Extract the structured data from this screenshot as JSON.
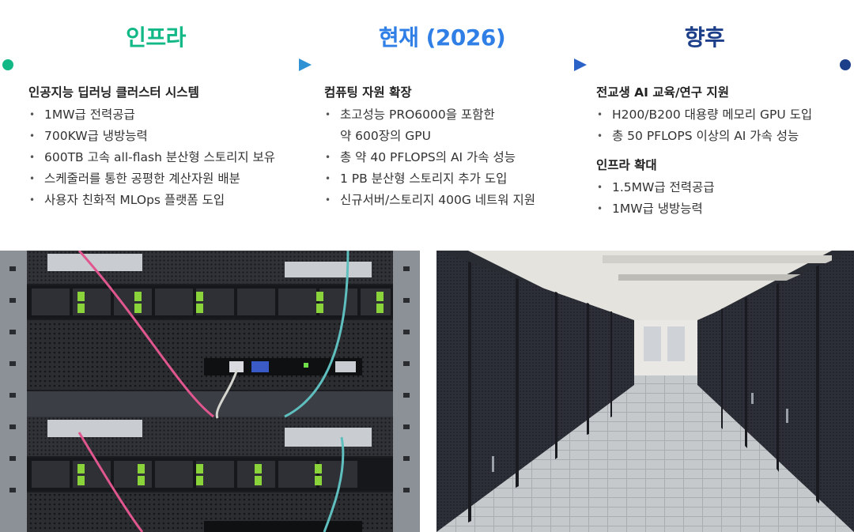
{
  "columns": [
    {
      "title": "인프라",
      "color": "#12b886",
      "sections": [
        {
          "heading": "인공지능 딥러닝 클러스터 시스템",
          "items": [
            "1MW급 전력공급",
            "700KW급 냉방능력",
            "600TB 고속 all-flash 분산형 스토리지 보유",
            "스케줄러를 통한 공평한 계산자원 배분",
            "사용자 친화적 MLOps 플랫폼 도입"
          ]
        }
      ]
    },
    {
      "title": "현재 (2026)",
      "color": "#2f7fe6",
      "sections": [
        {
          "heading": "컴퓨팅 자원 확장",
          "items": [
            "초고성능 PRO6000을 포함한",
            "약 600장의 GPU",
            "총 약 40 PFLOPS의 AI 가속 성능",
            "1 PB 분산형 스토리지 추가 도입",
            "신규서버/스토리지 400G 네트워 지원"
          ]
        }
      ]
    },
    {
      "title": "향후",
      "color": "#1d3f8a",
      "sections": [
        {
          "heading": "전교생 AI 교육/연구 지원",
          "items": [
            "H200/B200 대용량 메모리 GPU 도입",
            "총 50 PFLOPS 이상의 AI 가속 성능"
          ]
        },
        {
          "heading": "인프라 확대",
          "items": [
            "1.5MW급 전력공급",
            "1MW급 냉방능력"
          ]
        }
      ]
    }
  ],
  "timeline_colors": [
    "#12b886",
    "#2f7fe6",
    "#1d3f8a"
  ],
  "photos": [
    {
      "name": "server-rack-photo"
    },
    {
      "name": "datacenter-aisle-photo"
    }
  ]
}
